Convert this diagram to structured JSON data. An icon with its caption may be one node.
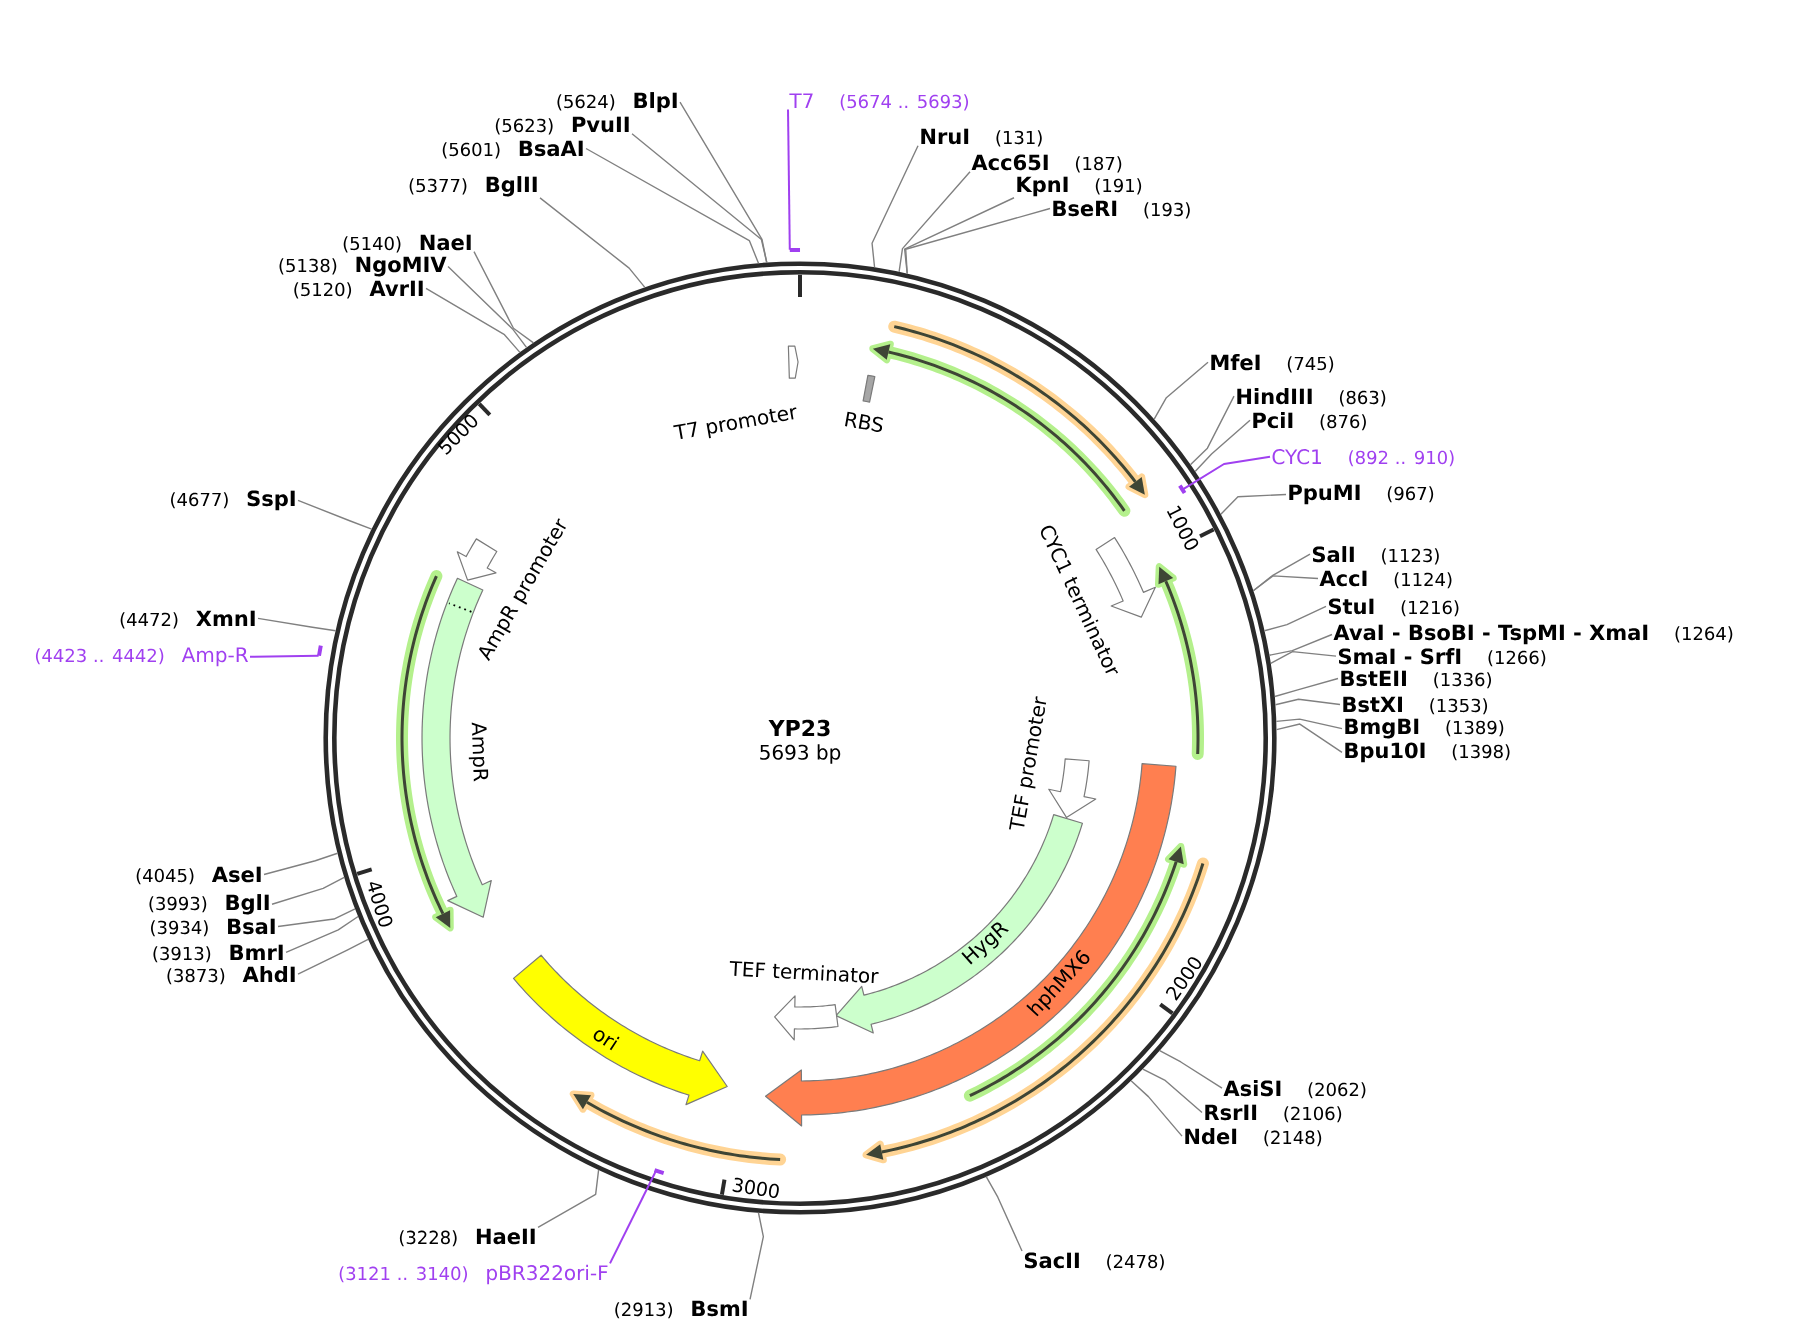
{
  "diagram": {
    "nodes": [
      {
        "text": [
          "YP23",
          "5693 bp"
        ]
      },
      {
        "text": [
          "T7 promoter"
        ],
        "in": 0
      },
      {
        "text": [
          "RBS"
        ],
        "in": 0
      },
      {
        "text": [
          "CYC1 terminator"
        ],
        "in": 0
      },
      {
        "text": [
          "TEF promoter"
        ],
        "in": 0
      },
      {
        "text": [
          "hphMX6"
        ],
        "in": 0
      },
      {
        "text": [
          "HygR"
        ],
        "in": 0
      },
      {
        "text": [
          "TEF terminator"
        ],
        "in": 0
      },
      {
        "text": [
          "ori"
        ],
        "in": 0
      },
      {
        "text": [
          "AmpR"
        ],
        "in": 0
      },
      {
        "text": [
          "AmpR promoter"
        ],
        "in": 0
      },
      {
        "text": [],
        "shape": "bar"
      },
      {
        "text": [
          "T7"
        ],
        "beside": [
          "(5674 .. 5693)"
        ]
      },
      {
        "text": [
          "NruI"
        ],
        "beside": [
          "(131)"
        ]
      },
      {
        "text": [
          "Acc65I"
        ],
        "beside": [
          "(187)"
        ]
      },
      {
        "text": [
          "KpnI"
        ],
        "beside": [
          "(191)"
        ]
      },
      {
        "text": [
          "BseRI"
        ],
        "beside": [
          "(193)"
        ]
      },
      {
        "text": [
          "MfeI"
        ],
        "beside": [
          "(745)"
        ]
      },
      {
        "text": [
          "HindIII"
        ],
        "beside": [
          "(863)"
        ]
      },
      {
        "text": [
          "PciI"
        ],
        "beside": [
          "(876)"
        ]
      },
      {
        "text": [],
        "shape": "bar",
        "in": 0
      },
      {
        "text": [
          "CYC1"
        ],
        "beside": [
          "(892 .. 910)"
        ]
      },
      {
        "text": [
          "PpuMI"
        ],
        "beside": [
          "(967)"
        ]
      },
      {
        "text": [
          "SalI"
        ],
        "beside": [
          "(1123)"
        ]
      },
      {
        "text": [
          "AccI"
        ],
        "beside": [
          "(1124)"
        ]
      },
      {
        "text": [
          "StuI"
        ],
        "beside": [
          "(1216)"
        ]
      },
      {
        "text": [
          "AvaI - BsoBI - TspMI - XmaI"
        ],
        "beside": [
          "(1264)"
        ]
      },
      {
        "text": [
          "SmaI - SrfI"
        ],
        "beside": [
          "(1266)"
        ]
      },
      {
        "text": [
          "BstEII"
        ],
        "beside": [
          "(1336)"
        ]
      },
      {
        "text": [
          "BstXI"
        ],
        "beside": [
          "(1353)"
        ]
      },
      {
        "text": [
          "BmgBI"
        ],
        "beside": [
          "(1389)"
        ]
      },
      {
        "text": [
          "Bpu10I"
        ],
        "beside": [
          "(1398)"
        ]
      },
      {
        "text": [
          "AsiSI"
        ],
        "beside": [
          "(2062)"
        ]
      },
      {
        "text": [
          "RsrII"
        ],
        "beside": [
          "(2106)"
        ]
      },
      {
        "text": [
          "NdeI"
        ],
        "beside": [
          "(2148)"
        ]
      },
      {
        "text": [
          "SacII"
        ],
        "beside": [
          "(2478)"
        ]
      },
      {
        "text": [
          "BsmI"
        ],
        "beside": [
          "(2913)"
        ]
      },
      {
        "text": [],
        "shape": "bar",
        "in": 0
      },
      {
        "text": [
          "pBR322ori-F"
        ],
        "beside": [
          "(3121 .. 3140)"
        ]
      },
      {
        "text": [
          "HaeII"
        ],
        "beside": [
          "(3228)"
        ]
      },
      {
        "text": [
          "AhdI"
        ],
        "beside": [
          "(3873)"
        ]
      },
      {
        "text": [
          "BmrI"
        ],
        "beside": [
          "(3913)"
        ]
      },
      {
        "text": [
          "BsaI"
        ],
        "beside": [
          "(3934)"
        ]
      },
      {
        "text": [
          "BglI"
        ],
        "beside": [
          "(3993)"
        ]
      },
      {
        "text": [
          "AseI"
        ],
        "beside": [
          "(4045)"
        ]
      },
      {
        "text": [],
        "shape": "bar"
      },
      {
        "text": [
          "Amp-R"
        ],
        "beside": [
          "(4423 .. 4442)"
        ]
      },
      {
        "text": [
          "XmnI"
        ],
        "beside": [
          "(4472)"
        ]
      },
      {
        "text": [
          "SspI"
        ],
        "beside": [
          "(4677)"
        ]
      },
      {
        "text": [
          "AvrII"
        ],
        "beside": [
          "(5120)"
        ]
      },
      {
        "text": [
          "NgoMIV"
        ],
        "beside": [
          "(5138)"
        ]
      },
      {
        "text": [
          "NaeI"
        ],
        "beside": [
          "(5140)"
        ]
      },
      {
        "text": [
          "BglII"
        ],
        "beside": [
          "(5377)"
        ]
      },
      {
        "text": [
          "BsaAI"
        ],
        "beside": [
          "(5601)"
        ]
      },
      {
        "text": [
          "PvuII"
        ],
        "beside": [
          "(5623)"
        ]
      },
      {
        "text": [
          "BlpI"
        ],
        "beside": [
          "(5624)"
        ]
      }
    ],
    "edges": [
      {
        "from": 12,
        "to": 11,
        "arrow": "none",
        "color": "#a040f0"
      },
      {
        "from": 13,
        "to": 0,
        "arrow": "none"
      },
      {
        "from": 14,
        "to": 0,
        "arrow": "none"
      },
      {
        "from": 15,
        "to": 0,
        "arrow": "none"
      },
      {
        "from": 16,
        "to": 0,
        "arrow": "none"
      },
      {
        "from": 17,
        "to": 0,
        "arrow": "none"
      },
      {
        "from": 18,
        "to": 0,
        "arrow": "none"
      },
      {
        "from": 19,
        "to": 0,
        "arrow": "none"
      },
      {
        "from": 21,
        "to": 20,
        "arrow": "none",
        "color": "#a040f0"
      },
      {
        "from": 22,
        "to": 0,
        "arrow": "none"
      },
      {
        "from": 23,
        "to": 0,
        "arrow": "none"
      },
      {
        "from": 24,
        "to": 0,
        "arrow": "none"
      },
      {
        "from": 25,
        "to": 0,
        "arrow": "none"
      },
      {
        "from": 26,
        "to": 0,
        "arrow": "none"
      },
      {
        "from": 27,
        "to": 0,
        "arrow": "none"
      },
      {
        "from": 28,
        "to": 0,
        "arrow": "none"
      },
      {
        "from": 29,
        "to": 0,
        "arrow": "none"
      },
      {
        "from": 30,
        "to": 0,
        "arrow": "none"
      },
      {
        "from": 31,
        "to": 0,
        "arrow": "none"
      },
      {
        "from": 32,
        "to": 0,
        "arrow": "none"
      },
      {
        "from": 33,
        "to": 0,
        "arrow": "none"
      },
      {
        "from": 34,
        "to": 0,
        "arrow": "none"
      },
      {
        "from": 35,
        "to": 0,
        "arrow": "none"
      },
      {
        "from": 36,
        "to": 0,
        "arrow": "none"
      },
      {
        "from": 38,
        "to": 37,
        "arrow": "none",
        "color": "#a040f0"
      },
      {
        "from": 39,
        "to": 0,
        "arrow": "none"
      },
      {
        "from": 40,
        "to": 0,
        "arrow": "none"
      },
      {
        "from": 41,
        "to": 0,
        "arrow": "none"
      },
      {
        "from": 42,
        "to": 0,
        "arrow": "none"
      },
      {
        "from": 43,
        "to": 0,
        "arrow": "none"
      },
      {
        "from": 44,
        "to": 0,
        "arrow": "none"
      },
      {
        "from": 46,
        "to": 45,
        "arrow": "none",
        "color": "#a040f0"
      },
      {
        "from": 47,
        "to": 0,
        "arrow": "none"
      },
      {
        "from": 48,
        "to": 0,
        "arrow": "none"
      },
      {
        "from": 49,
        "to": 0,
        "arrow": "none"
      },
      {
        "from": 50,
        "to": 0,
        "arrow": "none"
      },
      {
        "from": 51,
        "to": 0,
        "arrow": "none"
      },
      {
        "from": 52,
        "to": 0,
        "arrow": "none"
      },
      {
        "from": 53,
        "to": 0,
        "arrow": "none"
      },
      {
        "from": 54,
        "to": 0,
        "arrow": "none"
      },
      {
        "from": 55,
        "to": 0,
        "arrow": "none"
      }
    ],
    "labels": [
      "1000",
      "2000",
      "3000",
      "4000",
      "5000"
    ]
  }
}
